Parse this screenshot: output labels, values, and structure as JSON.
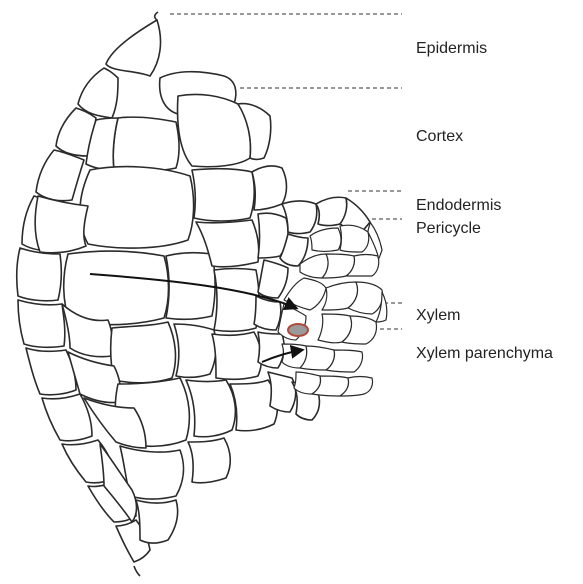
{
  "diagram": {
    "labels": {
      "epidermis": "Epidermis",
      "cortex": "Cortex",
      "endodermis": "Endodermis",
      "pericycle": "Pericycle",
      "xylem": "Xylem",
      "xylem_parenchyma": "Xylem parenchyma"
    },
    "colors": {
      "cell_wall": "#2b2b2b",
      "highlighted_cell_fill": "#9a9a9a",
      "highlighted_cell_stroke": "#b04a3a",
      "arrow": "#111111",
      "text": "#222222"
    }
  }
}
